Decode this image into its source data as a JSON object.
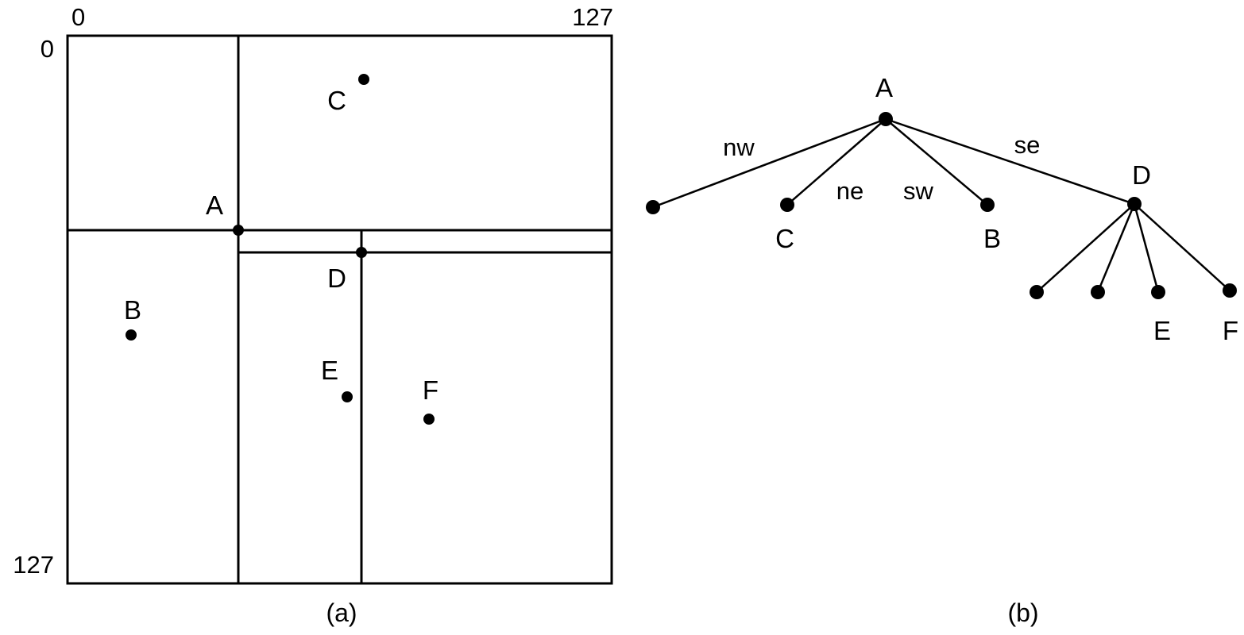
{
  "figure_ink": "#000000",
  "panel_a": {
    "caption": "(a)",
    "axis_labels": {
      "x_min": "0",
      "x_max": "127",
      "y_min": "0",
      "y_max": "127"
    },
    "point_labels": {
      "a": "A",
      "b": "B",
      "c": "C",
      "d": "D",
      "e": "E",
      "f": "F"
    }
  },
  "panel_b": {
    "caption": "(b)",
    "node_labels": {
      "a": "A",
      "b": "B",
      "c": "C",
      "d": "D",
      "e": "E",
      "f": "F"
    },
    "edge_labels": {
      "nw": "nw",
      "ne": "ne",
      "sw": "sw",
      "se": "se"
    },
    "tree": {
      "root": "A",
      "children": [
        {
          "edge": "nw",
          "node": null
        },
        {
          "edge": "ne",
          "node": "C"
        },
        {
          "edge": "sw",
          "node": "B"
        },
        {
          "edge": "se",
          "node": "D",
          "children": [
            null,
            null,
            "E",
            "F"
          ]
        }
      ]
    }
  }
}
